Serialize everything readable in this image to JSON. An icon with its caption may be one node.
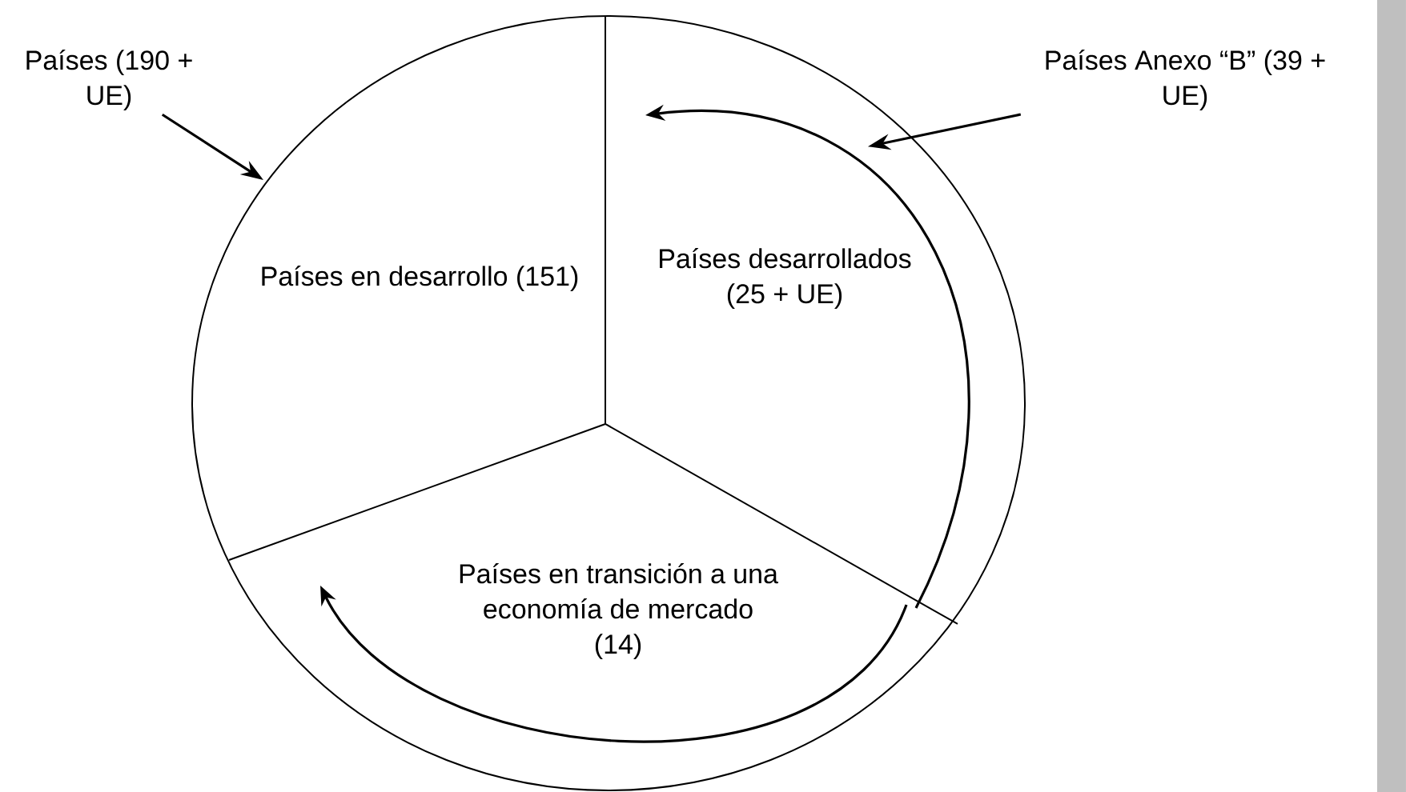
{
  "diagram": {
    "nodes": [
      {
        "text": [
          "Países (190 + UE)"
        ]
      },
      {
        "text": [],
        "shape": "circle"
      },
      {
        "text": [
          "Países en desarrollo (151)"
        ],
        "in": 1
      },
      {
        "text": [
          "Países desarrollados (25 + UE)"
        ],
        "in": 1
      },
      {
        "text": [
          "Países en transición a una economía de mercado (14)"
        ],
        "in": 1
      },
      {
        "text": [
          "Países Anexo “B” (39 + UE)"
        ]
      }
    ],
    "edges": [
      {
        "from": 0,
        "to": 1,
        "arrow": "to"
      },
      {
        "from": 5,
        "to": 1,
        "arrow": "to"
      }
    ]
  }
}
